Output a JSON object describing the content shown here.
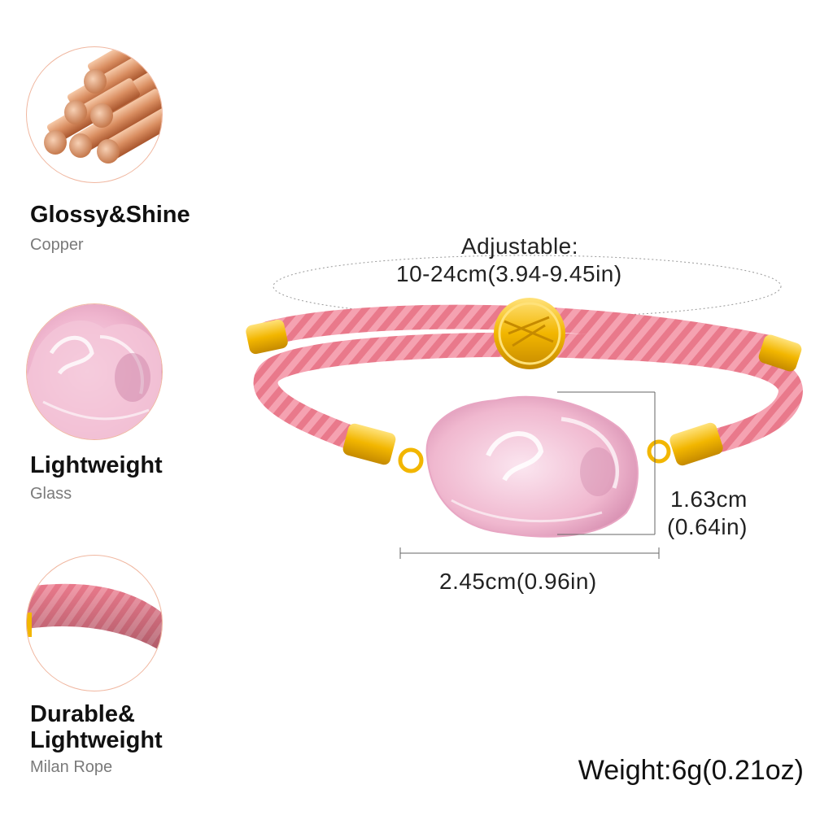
{
  "features": [
    {
      "title": "Glossy&Shine",
      "subtitle": "Copper",
      "icon": "copper-rods-icon"
    },
    {
      "title": "Lightweight",
      "subtitle": "Glass",
      "icon": "glass-charm-icon"
    },
    {
      "title_line1": "Durable&",
      "title_line2": "Lightweight",
      "subtitle": "Milan Rope",
      "icon": "milan-rope-icon"
    }
  ],
  "dimensions": {
    "adjustable_label": "Adjustable:",
    "adjustable_range": "10-24cm(3.94-9.45in)",
    "height_cm": "1.63cm",
    "height_in": "(0.64in)",
    "width": "2.45cm(0.96in)"
  },
  "weight": "Weight:6g(0.21oz)",
  "colors": {
    "rope": "#e9798b",
    "gold": "#f2b600",
    "glass": "#f3c3d6",
    "copper": "#d9916c"
  }
}
